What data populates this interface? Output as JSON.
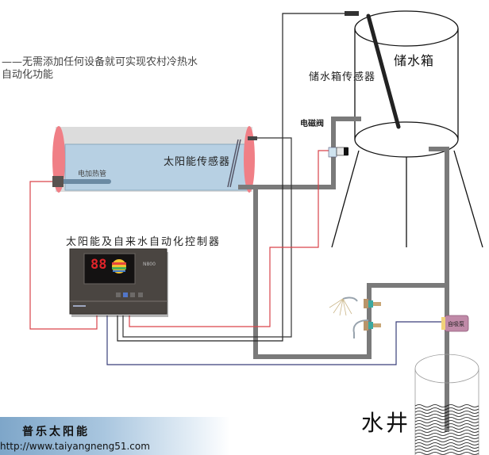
{
  "subtitle": {
    "line1": "——无需添加任何设备就可实现农村冷热水",
    "line2": "自动化功能"
  },
  "labels": {
    "storage_tank": "储水箱",
    "storage_tank_sensor": "储水箱传感器",
    "solenoid_valve": "电磁阀",
    "solar_sensor": "太阳能传感器",
    "electric_heater": "电加热管",
    "controller": "太阳能及自来水自动化控制器",
    "pump": "自吸泵",
    "well": "水井"
  },
  "controller_panel": {
    "display_digits": "88",
    "model": "N800"
  },
  "footer": {
    "brand": "普乐太阳能",
    "url": "http://www.taiyangneng51.com"
  },
  "colors": {
    "pipe": "#7a7a7a",
    "wire_red": "#d9434a",
    "wire_black": "#222222",
    "wire_blue": "#3a3f7a",
    "tank_water": "#b7d0e3",
    "tank_cap": "#f07f86",
    "pump": "#b5608a"
  }
}
